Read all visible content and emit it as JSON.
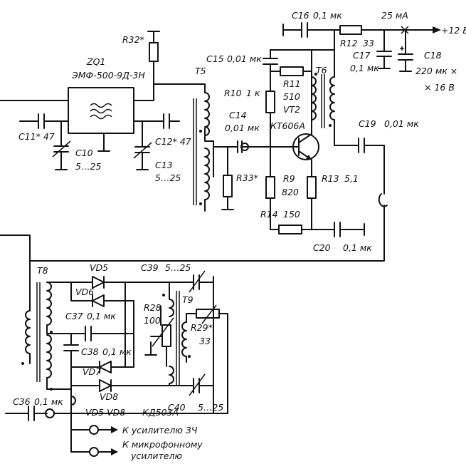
{
  "schematic": {
    "labels": {
      "zq1": "ZQ1",
      "zq1_type": "ЭМФ-500-9Д-3Н",
      "r32": "R32*",
      "t5": "T5",
      "c15": "C15",
      "c15_val": "0,01 мк",
      "r10": "R10",
      "r10_val": "1 к",
      "r11": "R11",
      "r11_val": "510",
      "vt2": "VT2",
      "vt2_type": "КТ606А",
      "t6": "T6",
      "c16": "C16",
      "c16_val": "0,1 мк",
      "current": "25 мА",
      "supply": "+12 В",
      "r12": "R12",
      "r12_val": "33",
      "c17": "C17",
      "c17_val": "0,1 мк",
      "c18": "C18",
      "c18_val1": "220 мк ×",
      "c18_val2": "× 16 В",
      "c11": "C11* 47",
      "c10": "C10",
      "c10_val": "5…25",
      "c12": "C12* 47",
      "c13": "C13",
      "c13_val": "5…25",
      "c14": "C14",
      "c14_val": "0,01 мк",
      "c19": "C19",
      "c19_val": "0,01 мк",
      "r33": "R33*",
      "r9": "R9",
      "r9_val": "820",
      "r13": "R13",
      "r13_val": "5,1",
      "r14": "R14",
      "r14_val": "150",
      "c20": "C20",
      "c20_val": "0,1 мк",
      "t8": "T8",
      "vd5": "VD5",
      "vd6": "VD6",
      "c39": "C39",
      "c39_val": "5…25",
      "c37": "C37",
      "c37_val": "0,1 мк",
      "r28": "R28",
      "r28_val": "100",
      "t9": "T9",
      "r29": "R29*",
      "r29_val": "33",
      "c38": "C38",
      "c38_val": "0,1 мк",
      "vd7": "VD7",
      "vd8": "VD8",
      "c36": "C36",
      "c36_val": "0,1 мк",
      "diodes": "VD5-VD8",
      "diodes_type": "КД503А",
      "c40": "C40",
      "c40_val": "5…25",
      "out1": "К усилителю ЗЧ",
      "out2": "К микрофонному",
      "out3": "усилителю"
    }
  }
}
